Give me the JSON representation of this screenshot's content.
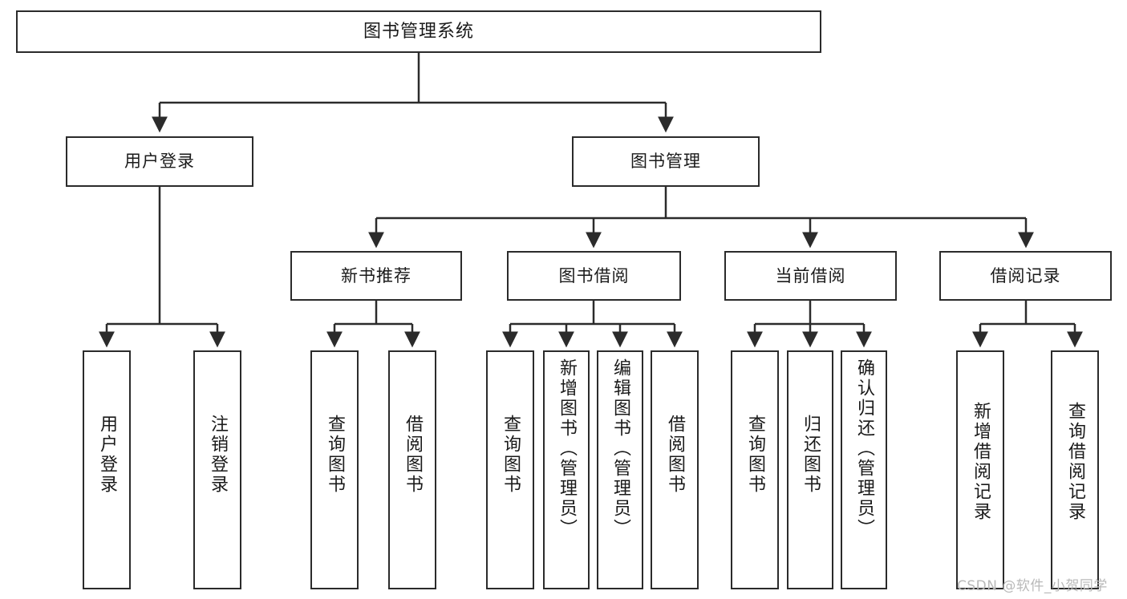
{
  "diagram": {
    "title": "图书管理系统",
    "type": "tree-hierarchy",
    "watermark": "CSDN @软件_小贺同学",
    "colors": {
      "node_border": "#2b2b2b",
      "node_fill": "#ffffff",
      "edge": "#2b2b2b",
      "text": "#1a1a1a",
      "watermark": "#b9b9b9",
      "background": "#ffffff"
    },
    "levels": {
      "root": "图书管理系统",
      "level2": [
        "用户登录",
        "图书管理"
      ],
      "level3": [
        "新书推荐",
        "图书借阅",
        "当前借阅",
        "借阅记录"
      ]
    },
    "nodes": {
      "root": {
        "label": "图书管理系统"
      },
      "user_login": {
        "label": "用户登录"
      },
      "book_manage": {
        "label": "图书管理"
      },
      "new_book_rec": {
        "label": "新书推荐"
      },
      "book_borrow": {
        "label": "图书借阅"
      },
      "current_borrow": {
        "label": "当前借阅"
      },
      "borrow_record": {
        "label": "借阅记录"
      },
      "leaf_user_login": {
        "label": "用户登录"
      },
      "leaf_logout": {
        "label": "注销登录"
      },
      "leaf_query_book_1": {
        "label": "查询图书"
      },
      "leaf_borrow_book_1": {
        "label": "借阅图书"
      },
      "leaf_query_book_2": {
        "label": "查询图书"
      },
      "leaf_add_book": {
        "label": "新增图书（管理员）"
      },
      "leaf_edit_book": {
        "label": "编辑图书（管理员）"
      },
      "leaf_borrow_book_2": {
        "label": "借阅图书"
      },
      "leaf_query_book_3": {
        "label": "查询图书"
      },
      "leaf_return_book": {
        "label": "归还图书"
      },
      "leaf_confirm_return": {
        "label": "确认归还（管理员）"
      },
      "leaf_add_record": {
        "label": "新增借阅记录"
      },
      "leaf_query_record": {
        "label": "查询借阅记录"
      }
    },
    "edges": [
      {
        "from": "root",
        "to": "user_login"
      },
      {
        "from": "root",
        "to": "book_manage"
      },
      {
        "from": "user_login",
        "to": "leaf_user_login"
      },
      {
        "from": "user_login",
        "to": "leaf_logout"
      },
      {
        "from": "book_manage",
        "to": "new_book_rec"
      },
      {
        "from": "book_manage",
        "to": "book_borrow"
      },
      {
        "from": "book_manage",
        "to": "current_borrow"
      },
      {
        "from": "book_manage",
        "to": "borrow_record"
      },
      {
        "from": "new_book_rec",
        "to": "leaf_query_book_1"
      },
      {
        "from": "new_book_rec",
        "to": "leaf_borrow_book_1"
      },
      {
        "from": "book_borrow",
        "to": "leaf_query_book_2"
      },
      {
        "from": "book_borrow",
        "to": "leaf_add_book"
      },
      {
        "from": "book_borrow",
        "to": "leaf_edit_book"
      },
      {
        "from": "book_borrow",
        "to": "leaf_borrow_book_2"
      },
      {
        "from": "current_borrow",
        "to": "leaf_query_book_3"
      },
      {
        "from": "current_borrow",
        "to": "leaf_return_book"
      },
      {
        "from": "current_borrow",
        "to": "leaf_confirm_return"
      },
      {
        "from": "borrow_record",
        "to": "leaf_add_record"
      },
      {
        "from": "borrow_record",
        "to": "leaf_query_record"
      }
    ]
  }
}
